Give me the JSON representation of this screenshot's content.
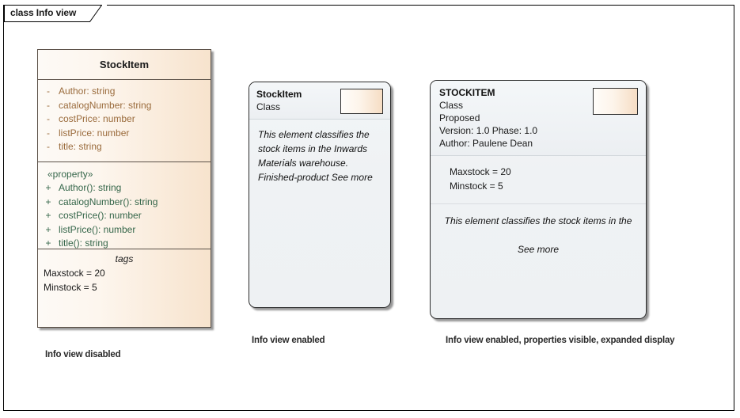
{
  "diagram": {
    "tab_label": "class Info view"
  },
  "classic_class": {
    "name": "StockItem",
    "attributes": [
      {
        "visibility": "-",
        "text": "Author: string"
      },
      {
        "visibility": "-",
        "text": "catalogNumber: string"
      },
      {
        "visibility": "-",
        "text": "costPrice: number"
      },
      {
        "visibility": "-",
        "text": "listPrice: number"
      },
      {
        "visibility": "-",
        "text": "title: string"
      }
    ],
    "operations_stereotype": "«property»",
    "operations": [
      {
        "visibility": "+",
        "text": "Author(): string"
      },
      {
        "visibility": "+",
        "text": "catalogNumber(): string"
      },
      {
        "visibility": "+",
        "text": "costPrice(): number"
      },
      {
        "visibility": "+",
        "text": "listPrice(): number"
      },
      {
        "visibility": "+",
        "text": "title(): string"
      }
    ],
    "tags_title": "tags",
    "tags": [
      "Maxstock = 20",
      "Minstock = 5"
    ],
    "caption": "Info view disabled"
  },
  "infoview_class": {
    "name": "StockItem",
    "meta": [
      "Class"
    ],
    "icon": "class-element-icon",
    "notes": [
      "This element classifies the",
      "stock items in the Inwards",
      "Materials warehouse.",
      "Finished-product See more"
    ],
    "caption": "Info view enabled"
  },
  "expanded_class": {
    "name": "STOCKITEM",
    "meta": [
      "Class",
      "Proposed",
      "Version: 1.0 Phase: 1.0",
      "Author: Paulene Dean"
    ],
    "icon": "class-element-icon",
    "properties": [
      "Maxstock = 20",
      "Minstock = 5"
    ],
    "notes": [
      "This element classifies the stock items in the",
      "",
      "See more"
    ],
    "caption": "Info view enabled, properties visible, expanded display"
  },
  "colors": {
    "class_fill_light": "#fdfaf6",
    "class_fill_tan": "#f7e3cd",
    "class_border": "#5a5047",
    "attribute_text": "#9a6b3c",
    "operation_text": "#35664a",
    "infoview_fill": "#eef1f3",
    "infoview_border": "#2b2b2b",
    "canvas_background": "#ffffff"
  }
}
